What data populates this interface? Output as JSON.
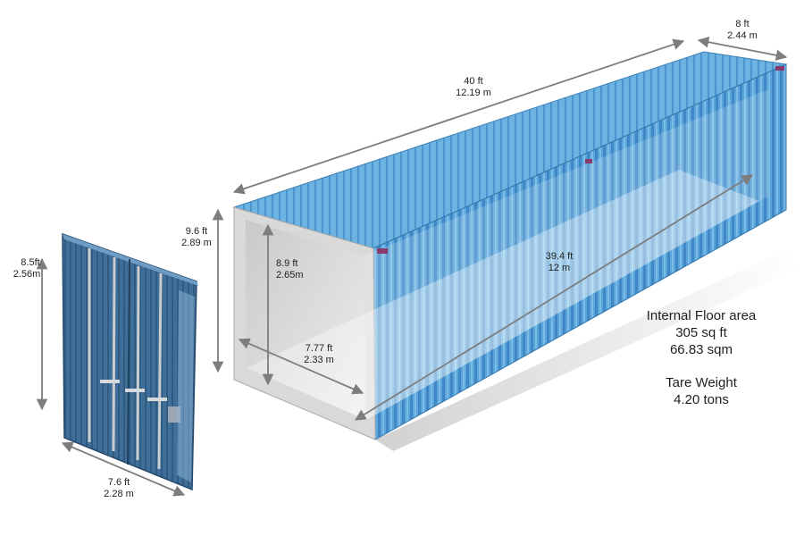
{
  "dimensions": {
    "external_length": {
      "ft": "40 ft",
      "m": "12.19 m"
    },
    "external_width": {
      "ft": "8 ft",
      "m": "2.44 m"
    },
    "external_height": {
      "ft": "9.6 ft",
      "m": "2.89 m"
    },
    "internal_height": {
      "ft": "8.9 ft",
      "m": "2.65m"
    },
    "internal_width": {
      "ft": "7.77 ft",
      "m": "2.33 m"
    },
    "internal_length": {
      "ft": "39.4 ft",
      "m": "12 m"
    },
    "door_height": {
      "ft": "8.5ft",
      "m": "2.56m"
    },
    "door_width": {
      "ft": "7.6 ft",
      "m": "2.28 m"
    }
  },
  "info": {
    "floor_area_label": "Internal Floor area",
    "floor_area_sqft": "305 sq ft",
    "floor_area_sqm": "66.83 sqm",
    "tare_label": "Tare Weight",
    "tare_value": "4.20 tons"
  },
  "colors": {
    "container_blue": "#4f9fd8",
    "container_dark": "#2f74ad",
    "door_blue": "#3d6c95",
    "dimension_gray": "#7d7d7d"
  }
}
